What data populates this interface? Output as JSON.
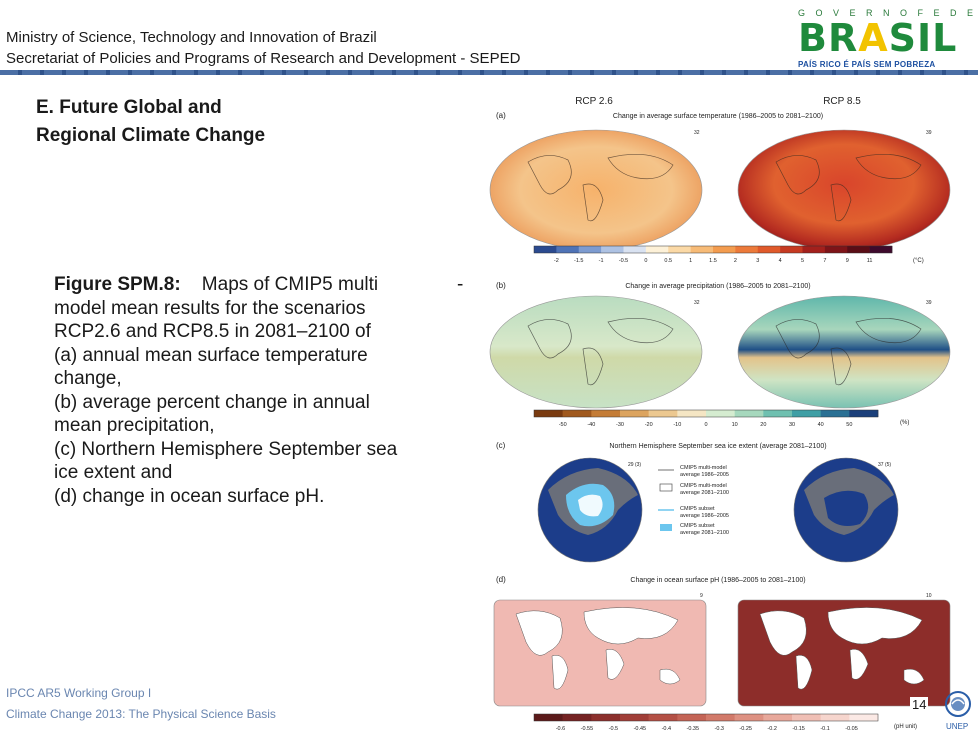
{
  "header": {
    "line1": "Ministry of Science, Technology and Innovation of  Brazil",
    "line2": "Secretariat of Policies and Programs of Research and Development  - SEPED"
  },
  "logo": {
    "top": "G O V E R N O   F E D E R A L",
    "word_a": "BR",
    "word_b": "A",
    "word_c": "SIL",
    "sub": "PAÍS RICO É PAÍS SEM POBREZA"
  },
  "section_title": {
    "line1": "E. Future Global and",
    "line2": "Regional Climate Change"
  },
  "caption": {
    "lead": "Figure SPM.8:",
    "line1_rest": "    Maps of CMIP5 multi",
    "dash": "-",
    "line2": "model mean results for the scenarios",
    "line3": "RCP2.6 and RCP8.5 in 2081–2100 of",
    "line4": "(a) annual mean surface temperature",
    "line5": "change,",
    "line6": "(b) average percent change in annual",
    "line7": "mean precipitation,",
    "line8": "(c) Northern Hemisphere September sea",
    "line9": "ice extent and",
    "line10": "(d) change in ocean surface pH."
  },
  "figure": {
    "col_left": "RCP 2.6",
    "col_right": "RCP 8.5",
    "panel_a": {
      "letter": "(a)",
      "title": "Change in average surface temperature (1986–2005 to 2081–2100)",
      "count_left": "32",
      "count_right": "39",
      "ticks": [
        "-2",
        "-1.5",
        "-1",
        "-0.5",
        "0",
        "0.5",
        "1",
        "1.5",
        "2",
        "3",
        "4",
        "5",
        "7",
        "9",
        "11"
      ],
      "unit": "(°C)"
    },
    "panel_b": {
      "letter": "(b)",
      "title": "Change in average precipitation (1986–2005 to 2081–2100)",
      "count_left": "32",
      "count_right": "39",
      "ticks": [
        "-50",
        "-40",
        "-30",
        "-20",
        "-10",
        "0",
        "10",
        "20",
        "30",
        "40",
        "50"
      ],
      "unit": "(%)"
    },
    "panel_c": {
      "letter": "(c)",
      "title": "Northern Hemisphere September sea ice extent (average 2081–2100)",
      "count_left": "29 (3)",
      "count_right": "37 (5)",
      "legend": [
        {
          "line1": "CMIP5 multi-model",
          "line2": "average 1986–2005"
        },
        {
          "line1": "CMIP5 multi-model",
          "line2": "average 2081–2100"
        },
        {
          "line1": "CMIP5 subset",
          "line2": "average 1986–2005"
        },
        {
          "line1": "CMIP5 subset",
          "line2": "average 2081–2100"
        }
      ]
    },
    "panel_d": {
      "letter": "(d)",
      "title": "Change in ocean surface pH (1986–2005 to 2081–2100)",
      "count_left": "9",
      "count_right": "10",
      "ticks": [
        "-0.6",
        "-0.55",
        "-0.5",
        "-0.45",
        "-0.4",
        "-0.35",
        "-0.3",
        "-0.25",
        "-0.2",
        "-0.15",
        "-0.1",
        "-0.05"
      ],
      "unit": "(pH unit)"
    }
  },
  "footer": {
    "line1": "IPCC AR5 Working Group I",
    "line2": "Climate Change 2013: The Physical Science Basis"
  },
  "page_number": "14",
  "unep_label": "UNEP",
  "colors": {
    "temp_scale": [
      "#2b4a8f",
      "#4f73b6",
      "#7d9bd0",
      "#aec2e3",
      "#d9e2f1",
      "#fdf1d8",
      "#fbd9a6",
      "#f7bb77",
      "#f39c4f",
      "#ec7a3a",
      "#e05a2b",
      "#c63a22",
      "#a3201c",
      "#7e1418",
      "#5a0d16",
      "#3e0a2c"
    ],
    "precip_scale": [
      "#7a3b10",
      "#a0591e",
      "#c47c36",
      "#dca45f",
      "#ecc890",
      "#f5e6c4",
      "#d5ecd0",
      "#a6d8bd",
      "#6fc0b0",
      "#3f9fa5",
      "#2a7094",
      "#1b3f7a"
    ],
    "ph_scale": [
      "#5c1a1a",
      "#752323",
      "#8c2f2c",
      "#a13e38",
      "#b45045",
      "#c46456",
      "#d27a6a",
      "#de9182",
      "#e8a89b",
      "#f0bfb5",
      "#f6d5cd",
      "#fbe9e5"
    ]
  }
}
